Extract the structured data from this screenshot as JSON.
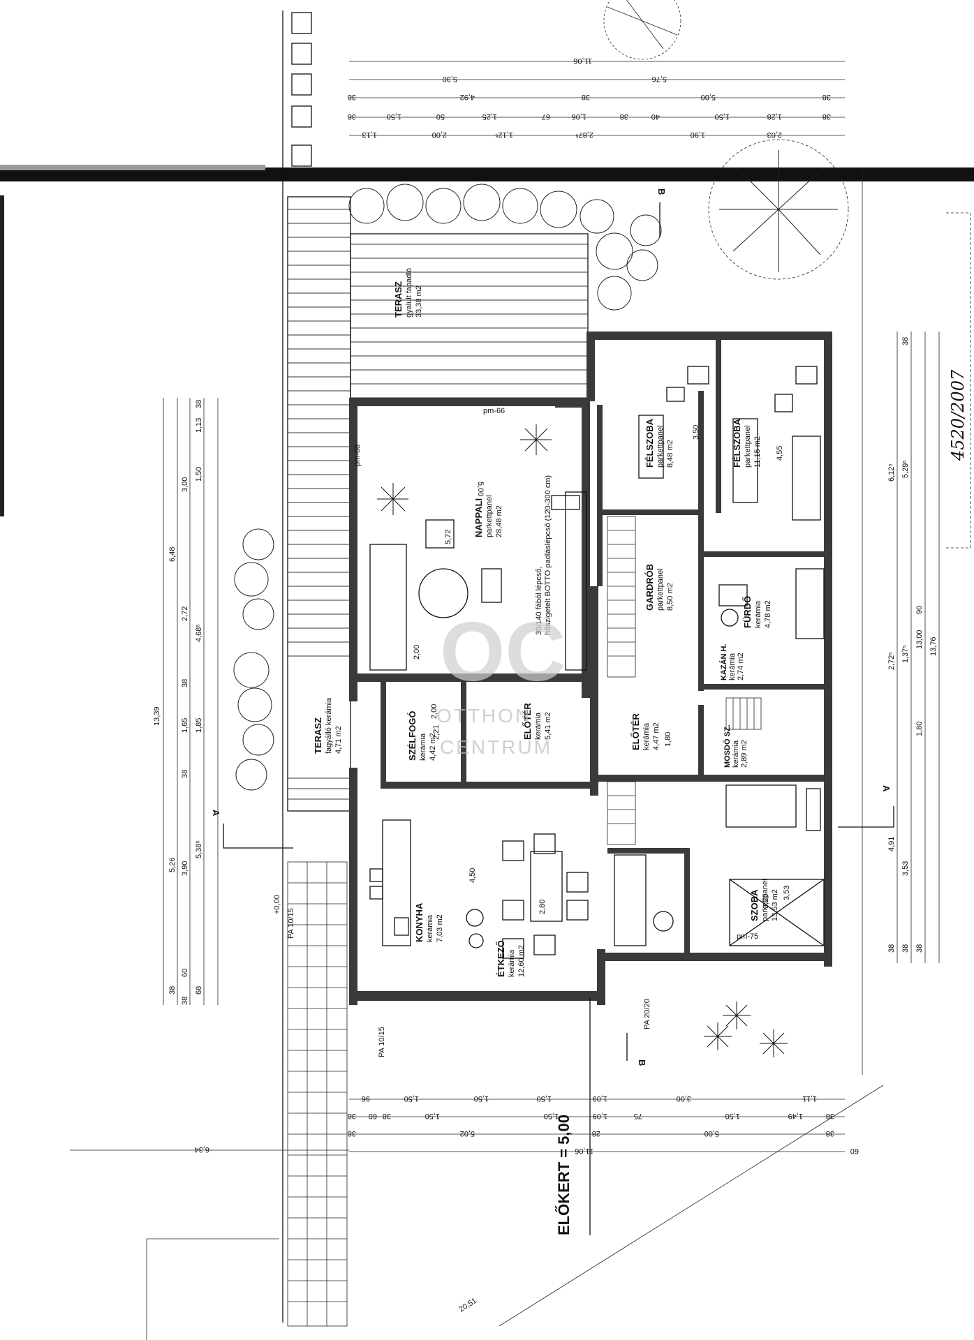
{
  "rooms": {
    "terasz_top": {
      "name": "TERASZ",
      "floor": "gyalult fapadló",
      "area": "33,38 m2"
    },
    "terasz_side": {
      "name": "TERASZ",
      "floor": "fagyálló kerámia",
      "area": "4,71 m2"
    },
    "nappali": {
      "name": "NAPPALI",
      "floor": "parkettpanel",
      "area": "28,48 m2",
      "note1": "30/140 fából lépcső,",
      "note2": "hőszigetelt BOTTO padláslépcső (120-300 cm)"
    },
    "felszoba1": {
      "name": "FÉLSZOBA",
      "floor": "parkettpanel",
      "area": "8,48 m2"
    },
    "felszoba2": {
      "name": "FÉLSZOBA",
      "floor": "parkettpanel",
      "area": "11,15 m2"
    },
    "gardrob": {
      "name": "GARDRÓB",
      "floor": "parkettpanel",
      "area": "8,50 m2"
    },
    "furdo": {
      "name": "FÜRDŐ",
      "floor": "kerámia",
      "area": "4,78 m2"
    },
    "kazan": {
      "name": "KAZÁN H.",
      "floor": "kerámia",
      "area": "2,74 m2"
    },
    "mosdo": {
      "name": "MOSDÓ  SZ.",
      "floor": "kerámia",
      "area": "2,89 m2"
    },
    "szelfogo": {
      "name": "SZÉLFOGÓ",
      "floor": "kerámia",
      "area": "4,42 m2"
    },
    "eloter1": {
      "name": "ELŐTÉR",
      "floor": "kerámia",
      "area": "5,41 m2"
    },
    "eloter2": {
      "name": "ELŐTÉR",
      "floor": "kerámia",
      "area": "4,47 m2"
    },
    "konyha": {
      "name": "KONYHA",
      "floor": "kerámia",
      "area": "7,03 m2"
    },
    "etkezo": {
      "name": "ÉTKEZŐ",
      "floor": "kerámia",
      "area": "12,60 m2"
    },
    "szoba": {
      "name": "SZOBA",
      "floor": "parkettpanel",
      "area": "13,53 m2"
    }
  },
  "top_dims": {
    "row1": [
      "11,06"
    ],
    "row2": [
      "5,30",
      "5,76"
    ],
    "row3": [
      "38",
      "4,92",
      "38",
      "5,00",
      "38"
    ],
    "row4": [
      "38",
      "1,50",
      "50",
      "1,25",
      "67",
      "1,06",
      "38",
      "40",
      "1,50",
      "1,28",
      "38"
    ],
    "row5": [
      "1,13",
      "2,00",
      "1,12⁵",
      "2,87⁵",
      "1,90",
      "2,03"
    ]
  },
  "bottom_dims": {
    "row1": [
      "96",
      "1,50",
      "1,50",
      "1,50",
      "1,09",
      "3,00",
      "1,11"
    ],
    "row2": [
      "38",
      "60",
      "38",
      "1,50",
      "1,50",
      "1,09",
      "75",
      "1,50",
      "1,49",
      "38"
    ],
    "row3": [
      "38",
      "5,02",
      "28",
      "5,00",
      "38"
    ],
    "row4": [
      "11,06",
      "60"
    ],
    "lot_width": "6,34",
    "diag": "20,51"
  },
  "left_dims": {
    "outer": "13,39",
    "col2": [
      "6,48",
      "5,26"
    ],
    "col3": [
      "3,00",
      "2,72",
      "1,65",
      "3,90",
      "60"
    ],
    "col4": [
      "1,13",
      "1,50",
      "4,68⁵",
      "1,85",
      "5,38⁵",
      "68"
    ],
    "col5": [
      "38",
      "38",
      "38",
      "38",
      "38"
    ]
  },
  "right_dims": {
    "outer": "13,76",
    "col2": [
      "13,00",
      "5,29⁵",
      "3,53",
      "38"
    ],
    "col3": [
      "6,12⁵",
      "2,72⁵",
      "1,37⁵",
      "4,91",
      "38"
    ],
    "col4": [
      "38",
      "90",
      "1,80",
      "38"
    ],
    "handwritten": "4520/2007"
  },
  "inner_dims": {
    "nappali_w": "5,00",
    "nappali_h": "5,72",
    "nappali_b": "2,00",
    "felszoba1_h": "3,50",
    "felszoba2_h": "4,55",
    "eloter_w": "1,80",
    "etkezo_h": "4,50",
    "etkezo_w": "2,80",
    "szoba_w": "3,25",
    "szoba_h": "3,53",
    "szelfogo_w": "2,00",
    "szelfogo_h": "2,21"
  },
  "labels": {
    "elokert": "ELŐKERT = 5,00",
    "sec_a": "A",
    "sec_b": "B",
    "zero": "+0,00",
    "pa1": "PA 10/15",
    "pa2": "PA 20/20",
    "pa3": "PA 10/15",
    "pm_a": "pm-88",
    "pm_b": "pm-66",
    "pm_c": "pm-75"
  },
  "watermark": {
    "line1": "OTTHON",
    "line2": "CENTRUM",
    "logo": "OC"
  }
}
